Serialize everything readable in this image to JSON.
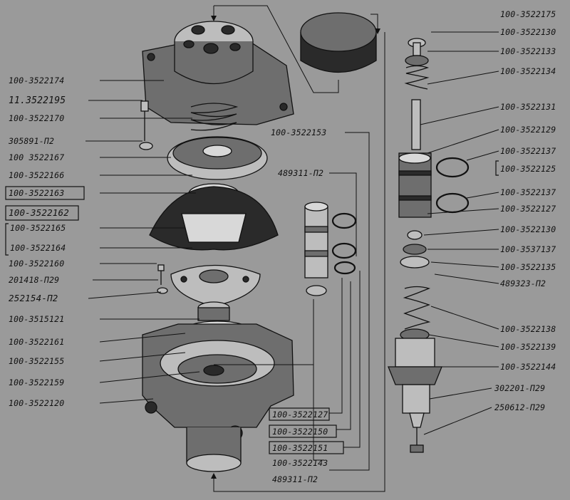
{
  "labels_left": [
    {
      "id": "l1",
      "text": "100-3522174",
      "boxed": false
    },
    {
      "id": "l2",
      "text": "11.3522195",
      "boxed": false
    },
    {
      "id": "l3",
      "text": "100-3522170",
      "boxed": false
    },
    {
      "id": "l4",
      "text": "305891-П2",
      "boxed": false
    },
    {
      "id": "l5",
      "text": "100 3522167",
      "boxed": false
    },
    {
      "id": "l6",
      "text": "100-3522166",
      "boxed": false
    },
    {
      "id": "l7",
      "text": "100-3522163",
      "boxed": true
    },
    {
      "id": "l8",
      "text": "100-3522162",
      "boxed": true
    },
    {
      "id": "l9",
      "text": "100-3522165",
      "boxed": false
    },
    {
      "id": "l10",
      "text": "100-3522164",
      "boxed": false
    },
    {
      "id": "l11",
      "text": "100-3522160",
      "boxed": false
    },
    {
      "id": "l12",
      "text": "201418-П29",
      "boxed": false
    },
    {
      "id": "l13",
      "text": "252154-П2",
      "boxed": false
    },
    {
      "id": "l14",
      "text": "100-3515121",
      "boxed": false
    },
    {
      "id": "l15",
      "text": "100-3522161",
      "boxed": false
    },
    {
      "id": "l16",
      "text": "100-3522155",
      "boxed": false
    },
    {
      "id": "l17",
      "text": "100-3522159",
      "boxed": false
    },
    {
      "id": "l18",
      "text": "100-3522120",
      "boxed": false
    }
  ],
  "labels_center": [
    {
      "id": "c1",
      "text": "100-3522153",
      "boxed": false
    },
    {
      "id": "c2",
      "text": "489311-П2",
      "boxed": false
    },
    {
      "id": "c3",
      "text": "100-3522127",
      "boxed": true
    },
    {
      "id": "c4",
      "text": "100-3522150",
      "boxed": true
    },
    {
      "id": "c5",
      "text": "100-3522151",
      "boxed": true
    },
    {
      "id": "c6",
      "text": "100-3522143",
      "boxed": false
    },
    {
      "id": "c7",
      "text": "489311-П2",
      "boxed": false
    }
  ],
  "labels_right": [
    {
      "id": "r1",
      "text": "100-3522175",
      "boxed": false
    },
    {
      "id": "r2",
      "text": "100-3522130",
      "boxed": false
    },
    {
      "id": "r3",
      "text": "100-3522133",
      "boxed": false
    },
    {
      "id": "r4",
      "text": "100-3522134",
      "boxed": false
    },
    {
      "id": "r5",
      "text": "100-3522131",
      "boxed": false
    },
    {
      "id": "r6",
      "text": "100-3522129",
      "boxed": false
    },
    {
      "id": "r7",
      "text": "100-3522137",
      "boxed": false
    },
    {
      "id": "r8",
      "text": "100-3522125",
      "boxed": true
    },
    {
      "id": "r9",
      "text": "100-3522137",
      "boxed": false
    },
    {
      "id": "r10",
      "text": "100-3522127",
      "boxed": false
    },
    {
      "id": "r11",
      "text": "100-3522130",
      "boxed": false
    },
    {
      "id": "r12",
      "text": "100-3537137",
      "boxed": false
    },
    {
      "id": "r13",
      "text": "100-3522135",
      "boxed": false
    },
    {
      "id": "r14",
      "text": "489323-П2",
      "boxed": false
    },
    {
      "id": "r15",
      "text": "100-3522138",
      "boxed": false
    },
    {
      "id": "r16",
      "text": "100-3522139",
      "boxed": false
    },
    {
      "id": "r17",
      "text": "100-3522144",
      "boxed": false
    },
    {
      "id": "r18",
      "text": "302201-П29",
      "boxed": false
    },
    {
      "id": "r19",
      "text": "250612-П29",
      "boxed": false
    }
  ]
}
